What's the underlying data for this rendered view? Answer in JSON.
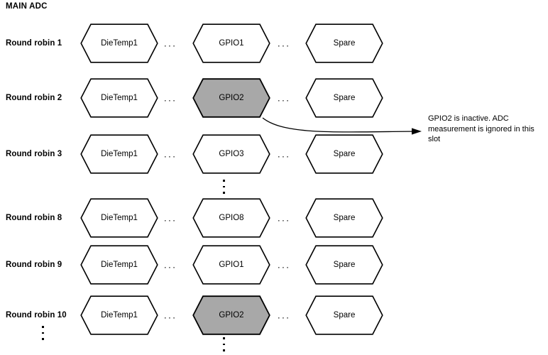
{
  "diagram": {
    "title": "MAIN ADC",
    "fill_normal": "#ffffff",
    "fill_inactive": "#a8a8a8",
    "stroke": "#000000",
    "column_separator": "...",
    "rows": [
      {
        "label": "Round robin 1",
        "cells": [
          {
            "text": "DieTemp1",
            "state": "active"
          },
          {
            "text": "GPIO1",
            "state": "active"
          },
          {
            "text": "Spare",
            "state": "active"
          }
        ]
      },
      {
        "label": "Round robin 2",
        "cells": [
          {
            "text": "DieTemp1",
            "state": "active"
          },
          {
            "text": "GPIO2",
            "state": "inactive"
          },
          {
            "text": "Spare",
            "state": "active"
          }
        ]
      },
      {
        "label": "Round robin 3",
        "cells": [
          {
            "text": "DieTemp1",
            "state": "active"
          },
          {
            "text": "GPIO3",
            "state": "active"
          },
          {
            "text": "Spare",
            "state": "active"
          }
        ]
      },
      {
        "label": "Round robin 8",
        "cells": [
          {
            "text": "DieTemp1",
            "state": "active"
          },
          {
            "text": "GPIO8",
            "state": "active"
          },
          {
            "text": "Spare",
            "state": "active"
          }
        ]
      },
      {
        "label": "Round robin 9",
        "cells": [
          {
            "text": "DieTemp1",
            "state": "active"
          },
          {
            "text": "GPIO1",
            "state": "active"
          },
          {
            "text": "Spare",
            "state": "active"
          }
        ]
      },
      {
        "label": "Round robin 10",
        "cells": [
          {
            "text": "DieTemp1",
            "state": "active"
          },
          {
            "text": "GPIO2",
            "state": "inactive"
          },
          {
            "text": "Spare",
            "state": "active"
          }
        ]
      }
    ],
    "annotation": {
      "text": "GPIO2 is inactive.  ADC measurement is ignored in this slot",
      "points_to": "GPIO2"
    },
    "continuation_marks": [
      {
        "name": "rows-continue-middle",
        "orientation": "vertical"
      },
      {
        "name": "rows-continue-labels",
        "orientation": "vertical"
      },
      {
        "name": "rows-continue-bottom",
        "orientation": "vertical"
      }
    ]
  }
}
